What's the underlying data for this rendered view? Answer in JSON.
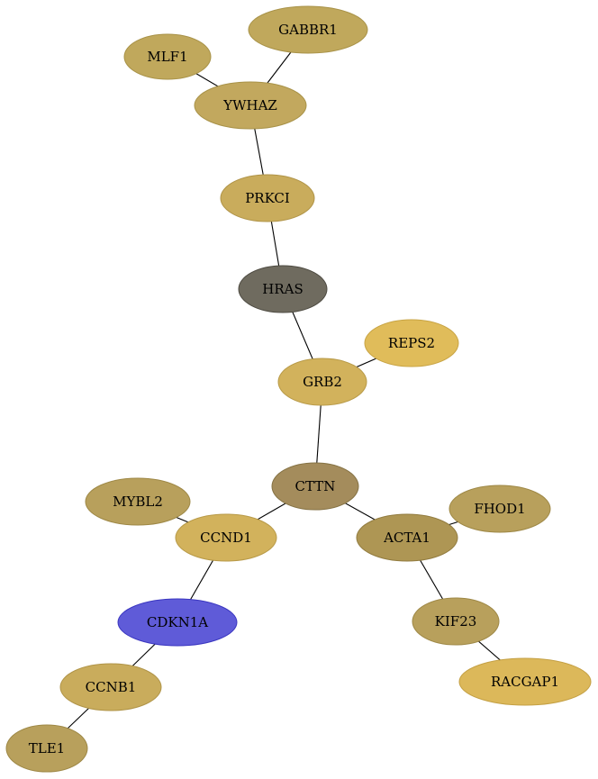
{
  "nodes": [
    {
      "id": "GABBR1",
      "label": "GABBR1",
      "fill": "#c0a85c",
      "stroke": "#a89248"
    },
    {
      "id": "MLF1",
      "label": "MLF1",
      "fill": "#c0a85c",
      "stroke": "#a89248"
    },
    {
      "id": "YWHAZ",
      "label": "YWHAZ",
      "fill": "#c2a85e",
      "stroke": "#a89248"
    },
    {
      "id": "PRKCI",
      "label": "PRKCI",
      "fill": "#c9ac5c",
      "stroke": "#b09448"
    },
    {
      "id": "HRAS",
      "label": "HRAS",
      "fill": "#6f6b5f",
      "stroke": "#4e4b42"
    },
    {
      "id": "REPS2",
      "label": "REPS2",
      "fill": "#e0bc5a",
      "stroke": "#c8a444"
    },
    {
      "id": "GRB2",
      "label": "GRB2",
      "fill": "#d2b25c",
      "stroke": "#b89a48"
    },
    {
      "id": "CTTN",
      "label": "CTTN",
      "fill": "#a48c5c",
      "stroke": "#857244"
    },
    {
      "id": "MYBL2",
      "label": "MYBL2",
      "fill": "#b8a05c",
      "stroke": "#9e8846"
    },
    {
      "id": "CCND1",
      "label": "CCND1",
      "fill": "#d2b25c",
      "stroke": "#b89a48"
    },
    {
      "id": "FHOD1",
      "label": "FHOD1",
      "fill": "#b8a05c",
      "stroke": "#9e8846"
    },
    {
      "id": "ACTA1",
      "label": "ACTA1",
      "fill": "#ae9654",
      "stroke": "#927c40"
    },
    {
      "id": "CDKN1A",
      "label": "CDKN1A",
      "fill": "#5f5bd8",
      "stroke": "#3a36c0"
    },
    {
      "id": "KIF23",
      "label": "KIF23",
      "fill": "#b8a05c",
      "stroke": "#9e8846"
    },
    {
      "id": "CCNB1",
      "label": "CCNB1",
      "fill": "#c9ac5c",
      "stroke": "#b09448"
    },
    {
      "id": "RACGAP1",
      "label": "RACGAP1",
      "fill": "#dcb85a",
      "stroke": "#c4a044"
    },
    {
      "id": "TLE1",
      "label": "TLE1",
      "fill": "#b8a05c",
      "stroke": "#9e8846"
    }
  ],
  "edges": [
    [
      "GABBR1",
      "YWHAZ"
    ],
    [
      "MLF1",
      "YWHAZ"
    ],
    [
      "YWHAZ",
      "PRKCI"
    ],
    [
      "PRKCI",
      "HRAS"
    ],
    [
      "HRAS",
      "GRB2"
    ],
    [
      "REPS2",
      "GRB2"
    ],
    [
      "GRB2",
      "CTTN"
    ],
    [
      "CTTN",
      "CCND1"
    ],
    [
      "CTTN",
      "ACTA1"
    ],
    [
      "MYBL2",
      "CCND1"
    ],
    [
      "FHOD1",
      "ACTA1"
    ],
    [
      "CCND1",
      "CDKN1A"
    ],
    [
      "ACTA1",
      "KIF23"
    ],
    [
      "CDKN1A",
      "CCNB1"
    ],
    [
      "KIF23",
      "RACGAP1"
    ],
    [
      "CCNB1",
      "TLE1"
    ]
  ]
}
